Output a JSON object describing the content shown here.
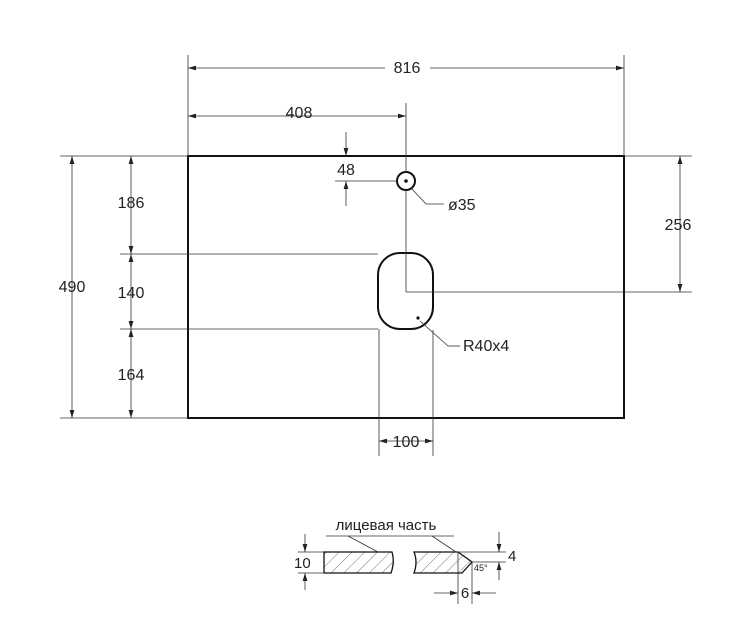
{
  "plan": {
    "width_dim": "816",
    "hole_x_dim": "408",
    "hole_y_dim": "48",
    "hole_diameter": "ø35",
    "height_dim": "490",
    "top_gap_dim": "186",
    "cutout_height_dim": "140",
    "bottom_gap_dim": "164",
    "cutout_center_dim": "256",
    "cutout_radius": "R40x4",
    "cutout_width_dim": "100"
  },
  "section": {
    "face_label": "лицевая часть",
    "thickness_dim": "10",
    "bevel_height_dim": "4",
    "bevel_angle": "45°",
    "bevel_width_dim": "6"
  }
}
